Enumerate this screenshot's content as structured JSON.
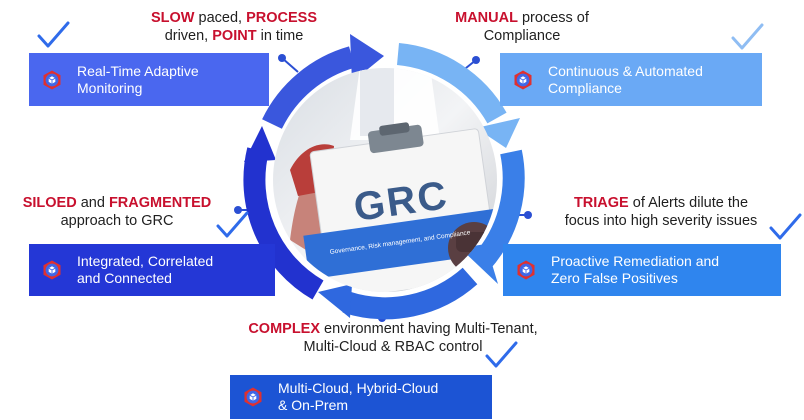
{
  "center_image": {
    "clipboard_title": "GRC",
    "clipboard_subtitle": "Governance, Risk management, and Compliance"
  },
  "problems": [
    {
      "id": "top-left",
      "lines": [
        [
          {
            "t": "SLOW",
            "kw": true
          },
          {
            "t": " paced, ",
            "kw": false
          },
          {
            "t": "PROCESS",
            "kw": true
          }
        ],
        [
          {
            "t": "driven, ",
            "kw": false
          },
          {
            "t": "POINT",
            "kw": true
          },
          {
            "t": " in time",
            "kw": false
          }
        ]
      ]
    },
    {
      "id": "top-right",
      "lines": [
        [
          {
            "t": "MANUAL",
            "kw": true
          },
          {
            "t": " process of",
            "kw": false
          }
        ],
        [
          {
            "t": "Compliance",
            "kw": false
          }
        ]
      ]
    },
    {
      "id": "mid-left",
      "lines": [
        [
          {
            "t": "SILOED",
            "kw": true
          },
          {
            "t": " and ",
            "kw": false
          },
          {
            "t": "FRAGMENTED",
            "kw": true
          }
        ],
        [
          {
            "t": "approach to GRC",
            "kw": false
          }
        ]
      ]
    },
    {
      "id": "mid-right",
      "lines": [
        [
          {
            "t": "TRIAGE",
            "kw": true
          },
          {
            "t": " of Alerts dilute the",
            "kw": false
          }
        ],
        [
          {
            "t": "focus into high severity issues",
            "kw": false
          }
        ]
      ]
    },
    {
      "id": "bottom",
      "lines": [
        [
          {
            "t": "COMPLEX",
            "kw": true
          },
          {
            "t": " environment having Multi-Tenant,",
            "kw": false
          }
        ],
        [
          {
            "t": "Multi-Cloud & RBAC control",
            "kw": false
          }
        ]
      ]
    }
  ],
  "solutions": [
    {
      "id": "top-left",
      "line1": "Real-Time Adaptive",
      "line2": "Monitoring",
      "color": "#4a67ef"
    },
    {
      "id": "top-right",
      "line1": "Continuous & Automated",
      "line2": "Compliance",
      "color": "#6aa9f5"
    },
    {
      "id": "mid-left",
      "line1": "Integrated, Correlated",
      "line2": "and Connected",
      "color": "#2437d6"
    },
    {
      "id": "mid-right",
      "line1": "Proactive Remediation and",
      "line2": "Zero False Positives",
      "color": "#2f85ee"
    },
    {
      "id": "bottom",
      "line1": "Multi-Cloud, Hybrid-Cloud",
      "line2": "& On-Prem",
      "color": "#1c54d4"
    }
  ],
  "colors": {
    "keyword": "#c8102e",
    "text": "#1f1f1f",
    "checkmark": "#2f6bea",
    "checkmark_light": "#8fbdf3",
    "badge_red": "#e0302f",
    "badge_blue": "#3f67e8"
  },
  "icons": [
    "checkmark-icon",
    "cube-badge-icon",
    "cycle-arrow"
  ]
}
